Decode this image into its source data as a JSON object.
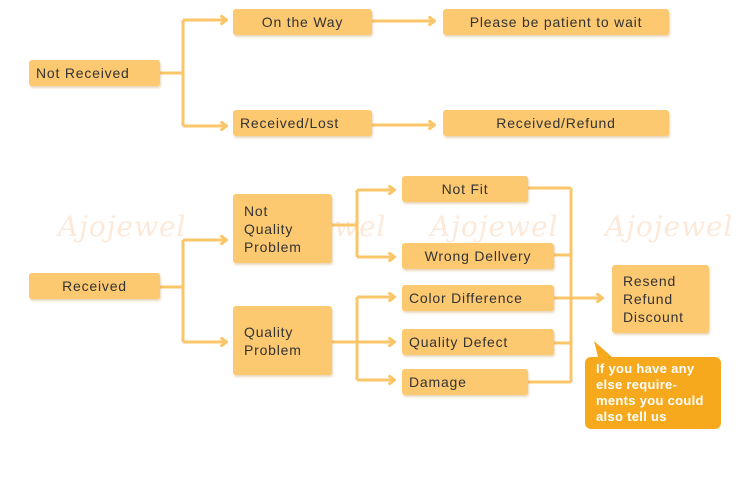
{
  "watermark": "Ajojewel",
  "colors": {
    "box": "#fcc970",
    "arrow": "#fbc56a",
    "note": "#f7a91e",
    "text": "#333333"
  },
  "not_received": {
    "root": "Not Received",
    "on_the_way": "On the Way",
    "wait": "Please be patient to wait",
    "received_lost": "Received/Lost",
    "received_refund": "Received/Refund"
  },
  "received": {
    "root": "Received",
    "not_quality_problem": [
      "Not",
      "Quality",
      "Problem"
    ],
    "quality_problem": [
      "Quality",
      "Problem"
    ],
    "not_fit": "Not Fit",
    "wrong_delivery": "Wrong Dellvery",
    "color_difference": "Color Difference",
    "quality_defect": "Quality Defect",
    "damage": "Damage",
    "outcome": [
      "Resend",
      "Refund",
      "Discount"
    ]
  },
  "note": [
    "If you have any",
    "else require-",
    "ments you could",
    "also tell us"
  ]
}
